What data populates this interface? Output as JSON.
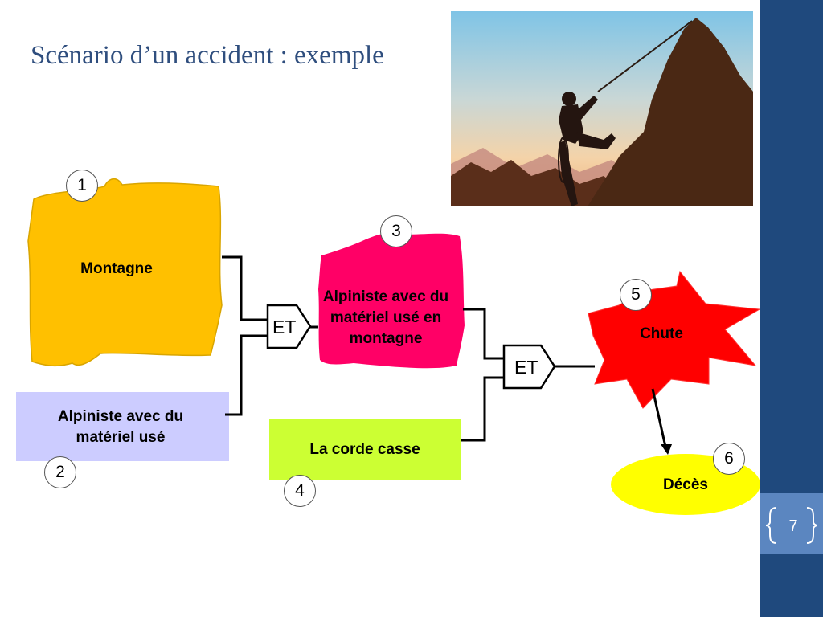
{
  "slide": {
    "title": "Scénario d’un accident : exemple",
    "page_number": "7"
  },
  "nodes": [
    {
      "id": "montagne",
      "number": "1",
      "label": "Montagne",
      "color": "#ffc000"
    },
    {
      "id": "alpiniste-materiel",
      "number": "2",
      "label": "Alpiniste avec du matériel usé",
      "color": "#ccccff"
    },
    {
      "id": "alpiniste-montagne",
      "number": "3",
      "label": "Alpiniste avec du matériel usé en montagne",
      "color": "#ff0066"
    },
    {
      "id": "corde",
      "number": "4",
      "label": "La corde casse",
      "color": "#ccff33"
    },
    {
      "id": "chute",
      "number": "5",
      "label": "Chute",
      "color": "#ff0000"
    },
    {
      "id": "deces",
      "number": "6",
      "label": "Décès",
      "color": "#ffff00"
    }
  ],
  "gates": [
    {
      "id": "gate1",
      "label": "ET"
    },
    {
      "id": "gate2",
      "label": "ET"
    }
  ],
  "colors": {
    "title": "#2f4e7e",
    "sidebar": "#1f497d",
    "page_tab": "#5b86c0"
  }
}
